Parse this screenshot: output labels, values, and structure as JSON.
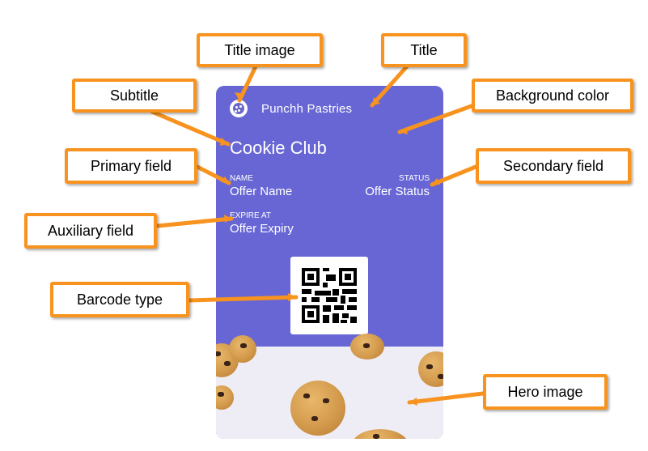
{
  "pass": {
    "issuer_name": "Punchh Pastries",
    "title": "Cookie Club",
    "primary": {
      "label": "NAME",
      "value": "Offer Name"
    },
    "secondary": {
      "label": "STATUS",
      "value": "Offer Status"
    },
    "auxiliary": {
      "label": "EXPIRE AT",
      "value": "Offer Expiry"
    },
    "background_color": "#6766d4",
    "logo_icon": "cookie-icon",
    "barcode_icon": "qr-code-icon",
    "hero_icon": "cookies-photo"
  },
  "callouts": {
    "title_image": "Title image",
    "title": "Title",
    "subtitle": "Subtitle",
    "background_color": "Background color",
    "primary_field": "Primary field",
    "secondary_field": "Secondary field",
    "auxiliary_field": "Auxiliary field",
    "barcode_type": "Barcode type",
    "hero_image": "Hero image"
  },
  "accent_color": "#f7931e"
}
